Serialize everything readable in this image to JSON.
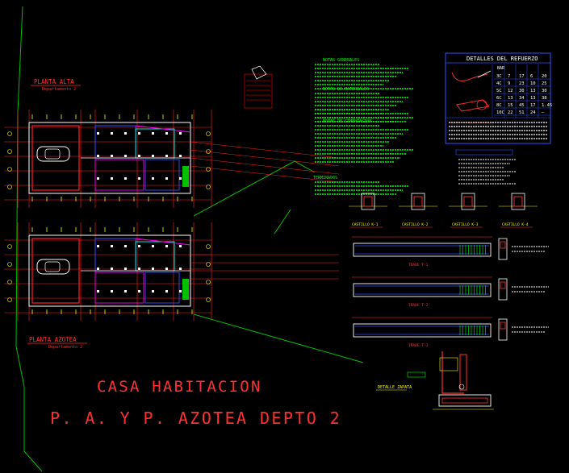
{
  "title": {
    "line1": "CASA HABITACION",
    "line2": "P. A. Y   P. AZOTEA DEPTO 2"
  },
  "plans": {
    "upper": {
      "label": "PLANTA ALTA",
      "sublabel": "Departamento 2"
    },
    "lower": {
      "label": "PLANTA AZOTEA",
      "sublabel": "Departamento 2"
    }
  },
  "notes": {
    "headings": [
      "NOTAS GENERALES",
      "NOTAS DE MATERIALES",
      "NOTAS DE CIMENTACION",
      "TERMINADOS"
    ]
  },
  "rebar_table": {
    "title": "DETALLES DEL REFUERZO",
    "header": "BAR",
    "rows": [
      [
        "3C",
        "7",
        "17",
        "6",
        "20"
      ],
      [
        "4C",
        "9",
        "23",
        "10",
        "25"
      ],
      [
        "5C",
        "12",
        "30",
        "13",
        "30"
      ],
      [
        "6C",
        "13",
        "34",
        "13",
        "38"
      ],
      [
        "8C",
        "15",
        "45",
        "17",
        "1.45"
      ],
      [
        "10C",
        "22",
        "51",
        "24",
        "—"
      ]
    ]
  },
  "section_labels": {
    "castillos": [
      "CASTILLO K-1",
      "CASTILLO K-2",
      "CASTILLO K-3",
      "CASTILLO K-4"
    ],
    "trabes": [
      "TRABE T-1",
      "TRABE T-2",
      "TRABE T-3"
    ],
    "zapata": "DETALLE ZAPATA"
  },
  "colors": {
    "background": "#000000",
    "title_text": "#ff3030",
    "notes_text": "#00ff00",
    "walls": "#ffffff",
    "dims": "#ff0000",
    "grid_yellow": "#ffff00",
    "blue": "#3050ff",
    "cyan": "#00ffff",
    "magenta": "#ff00ff"
  }
}
